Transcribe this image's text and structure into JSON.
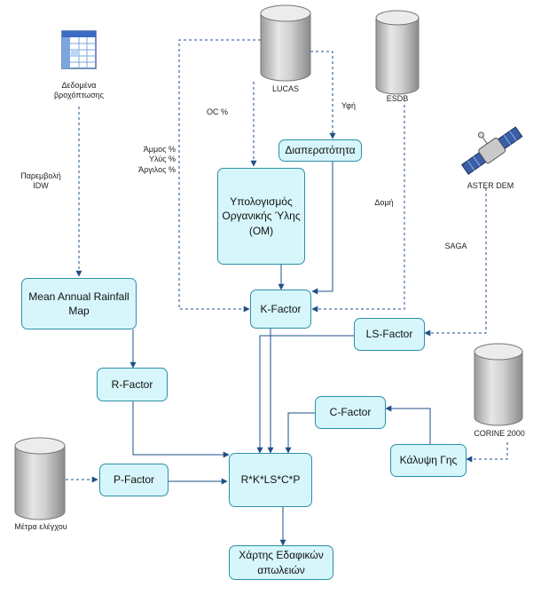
{
  "boxes": {
    "om": "Υπολογισμός Οργανικής Ύλης (OM)",
    "permeability": "Διαπερατότητα",
    "rainfall_map": "Mean Annual Rainfall Map",
    "k_factor": "K-Factor",
    "ls_factor": "LS-Factor",
    "r_factor": "R-Factor",
    "c_factor": "C-Factor",
    "p_factor": "P-Factor",
    "land_cover": "Κάλυψη Γης",
    "formula": "R*K*LS*C*P",
    "output_map": "Χάρτης Εδαφικών απωλειών"
  },
  "sources": {
    "rainfall_data": "Δεδομένα βροχόπτωσης",
    "lucas": "LUCAS",
    "esdb": "ESDB",
    "aster_dem": "ASTER DEM",
    "corine": "CORINE 2000",
    "control_measures": "Μέτρα ελέγχου"
  },
  "edge_labels": {
    "idw": "Παρεμβολή IDW",
    "oc": "OC %",
    "texture": "Υφή",
    "sand_silt_clay": "Άμμος %\nΥλύς %\nΆργιλος %",
    "structure": "Δομή",
    "saga": "SAGA"
  },
  "colors": {
    "box_fill": "#d6f6fb",
    "box_border": "#2e8fa8",
    "line": "#1f4f8a"
  }
}
